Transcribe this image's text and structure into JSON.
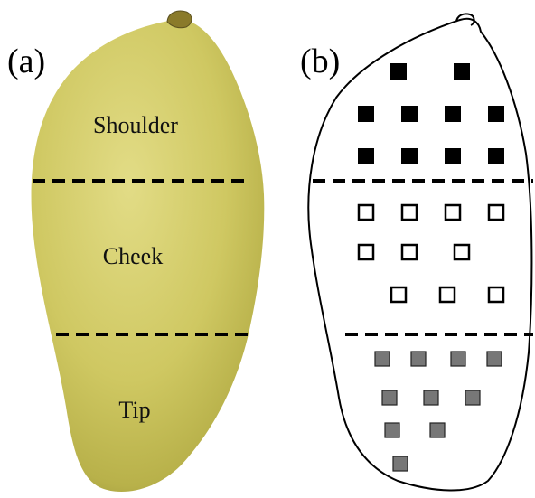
{
  "panels": {
    "a": {
      "label": "(a)",
      "regions": {
        "shoulder": "Shoulder",
        "cheek": "Cheek",
        "tip": "Tip"
      }
    },
    "b": {
      "label": "(b)"
    }
  },
  "colors": {
    "mango_light": "#d9d37a",
    "mango_mid": "#c4bd55",
    "mango_dark": "#8e8a36",
    "shoulder_marker": "#000000",
    "cheek_marker": "#ffffff",
    "tip_marker": "#777777"
  },
  "markers": {
    "shoulder": {
      "count": 10,
      "style": "filled black squares"
    },
    "cheek": {
      "count": 10,
      "style": "hollow squares"
    },
    "tip": {
      "count": 10,
      "style": "grey squares"
    }
  }
}
